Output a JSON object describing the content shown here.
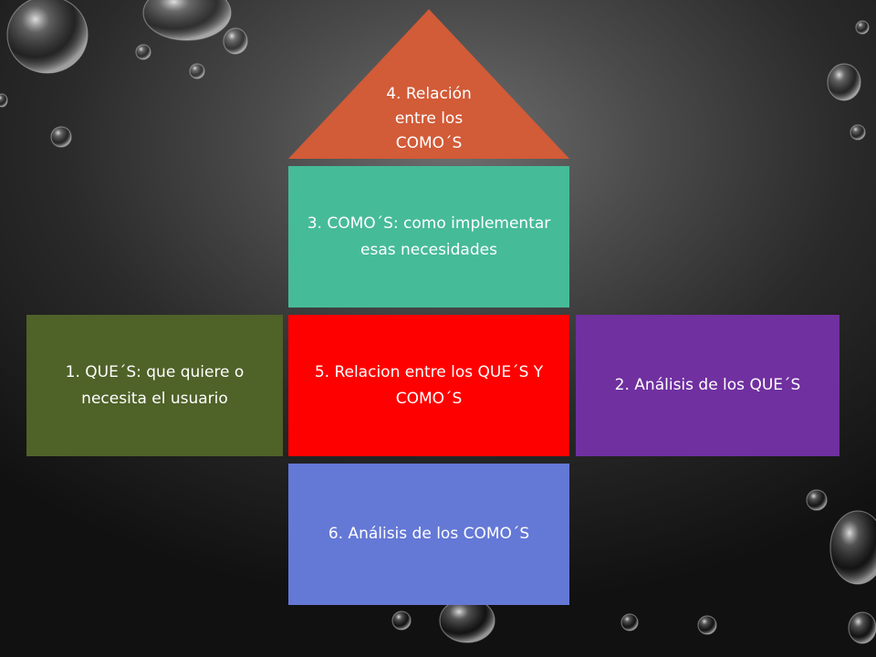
{
  "diagram": {
    "roof": {
      "label": "4. Relación entre los COMO´S",
      "color": "#d25b38"
    },
    "blocks": {
      "como": {
        "label": "3. COMO´S: como implementar esas necesidades",
        "color": "#46bb98"
      },
      "ques": {
        "label": "1. QUE´S: que quiere o necesita el usuario",
        "color": "#4f6228"
      },
      "relacion": {
        "label": "5. Relacion entre los QUE´S Y COMO´S",
        "color": "#ff0000"
      },
      "analisis_ques": {
        "label": "2. Análisis de los QUE´S",
        "color": "#7030a0"
      },
      "analisis_comos": {
        "label": "6. Análisis de los COMO´S",
        "color": "#6478d6"
      }
    }
  }
}
